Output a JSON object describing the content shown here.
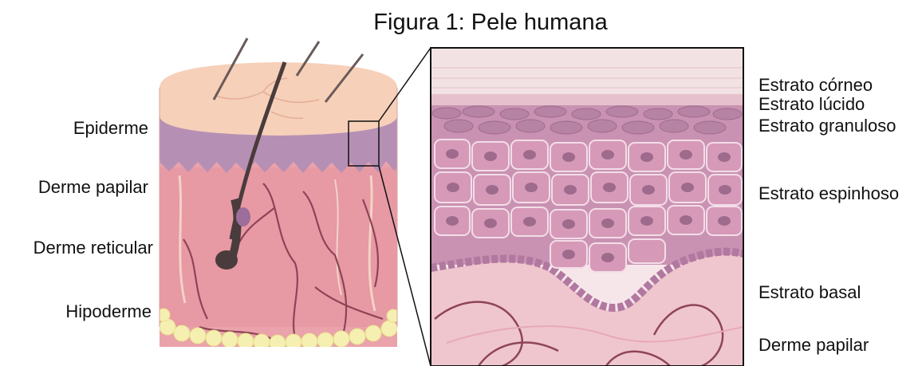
{
  "figure": {
    "title": "Figura 1: Pele humana"
  },
  "left_labels": {
    "epiderme": "Epiderme",
    "derme_papilar": "Derme papilar",
    "derme_reticular": "Derme reticular",
    "hipoderme": "Hipoderme"
  },
  "right_labels": {
    "corneo": "Estrato córneo",
    "lucido": "Estrato lúcido",
    "granuloso": "Estrato granuloso",
    "espinhoso": "Estrato espinhoso",
    "basal": "Estrato basal",
    "derme_papilar": "Derme papilar"
  },
  "colors": {
    "skin_surface": "#f6d0b8",
    "epidermis_band": "#b690b4",
    "dermis": "#eaa2ab",
    "hypodermis_fat": "#f6efb2",
    "hair": "#4a3b3c",
    "cell": "#d69ab8",
    "nucleus": "#9e6b8d",
    "vessel": "#8e4458"
  }
}
